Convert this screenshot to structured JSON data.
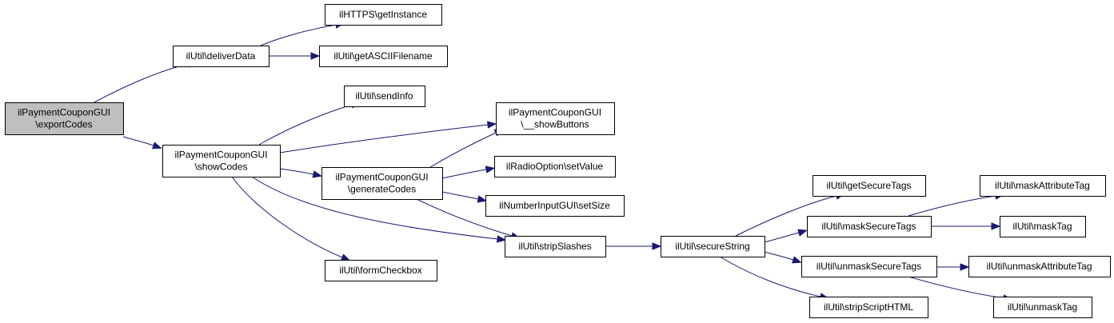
{
  "colors": {
    "edge": "#191970",
    "node_fill": "#ffffff",
    "root_fill": "#bfbfbf",
    "border": "#000000"
  },
  "nodes": [
    {
      "id": "exportCodes",
      "lines": [
        "ilPaymentCouponGUI",
        "\\exportCodes"
      ],
      "root": true
    },
    {
      "id": "deliverData",
      "lines": [
        "ilUtil\\deliverData"
      ]
    },
    {
      "id": "getInstance",
      "lines": [
        "ilHTTPS\\getInstance"
      ]
    },
    {
      "id": "getASCIIFilename",
      "lines": [
        "ilUtil\\getASCIIFilename"
      ]
    },
    {
      "id": "showCodes",
      "lines": [
        "ilPaymentCouponGUI",
        "\\showCodes"
      ]
    },
    {
      "id": "sendInfo",
      "lines": [
        "ilUtil\\sendInfo"
      ]
    },
    {
      "id": "showButtons",
      "lines": [
        "ilPaymentCouponGUI",
        "\\__showButtons"
      ]
    },
    {
      "id": "generateCodes",
      "lines": [
        "ilPaymentCouponGUI",
        "\\generateCodes"
      ]
    },
    {
      "id": "setValue",
      "lines": [
        "ilRadioOption\\setValue"
      ]
    },
    {
      "id": "setSize",
      "lines": [
        "ilNumberInputGUI\\setSize"
      ]
    },
    {
      "id": "stripSlashes",
      "lines": [
        "ilUtil\\stripSlashes"
      ]
    },
    {
      "id": "formCheckbox",
      "lines": [
        "ilUtil\\formCheckbox"
      ]
    },
    {
      "id": "secureString",
      "lines": [
        "ilUtil\\secureString"
      ]
    },
    {
      "id": "getSecureTags",
      "lines": [
        "ilUtil\\getSecureTags"
      ]
    },
    {
      "id": "maskSecureTags",
      "lines": [
        "ilUtil\\maskSecureTags"
      ]
    },
    {
      "id": "unmaskSecureTags",
      "lines": [
        "ilUtil\\unmaskSecureTags"
      ]
    },
    {
      "id": "stripScriptHTML",
      "lines": [
        "ilUtil\\stripScriptHTML"
      ]
    },
    {
      "id": "maskAttributeTag",
      "lines": [
        "ilUtil\\maskAttributeTag"
      ]
    },
    {
      "id": "maskTag",
      "lines": [
        "ilUtil\\maskTag"
      ]
    },
    {
      "id": "unmaskAttributeTag",
      "lines": [
        "ilUtil\\unmaskAttributeTag"
      ]
    },
    {
      "id": "unmaskTag",
      "lines": [
        "ilUtil\\unmaskTag"
      ]
    }
  ],
  "edges": [
    {
      "from": "exportCodes",
      "to": "deliverData"
    },
    {
      "from": "exportCodes",
      "to": "showCodes"
    },
    {
      "from": "deliverData",
      "to": "getInstance"
    },
    {
      "from": "deliverData",
      "to": "getASCIIFilename"
    },
    {
      "from": "showCodes",
      "to": "sendInfo"
    },
    {
      "from": "showCodes",
      "to": "showButtons"
    },
    {
      "from": "showCodes",
      "to": "generateCodes"
    },
    {
      "from": "showCodes",
      "to": "stripSlashes"
    },
    {
      "from": "showCodes",
      "to": "formCheckbox"
    },
    {
      "from": "generateCodes",
      "to": "showButtons"
    },
    {
      "from": "generateCodes",
      "to": "setValue"
    },
    {
      "from": "generateCodes",
      "to": "setSize"
    },
    {
      "from": "generateCodes",
      "to": "stripSlashes"
    },
    {
      "from": "stripSlashes",
      "to": "secureString"
    },
    {
      "from": "secureString",
      "to": "getSecureTags"
    },
    {
      "from": "secureString",
      "to": "maskSecureTags"
    },
    {
      "from": "secureString",
      "to": "unmaskSecureTags"
    },
    {
      "from": "secureString",
      "to": "stripScriptHTML"
    },
    {
      "from": "maskSecureTags",
      "to": "maskAttributeTag"
    },
    {
      "from": "maskSecureTags",
      "to": "maskTag"
    },
    {
      "from": "unmaskSecureTags",
      "to": "unmaskAttributeTag"
    },
    {
      "from": "unmaskSecureTags",
      "to": "unmaskTag"
    }
  ]
}
